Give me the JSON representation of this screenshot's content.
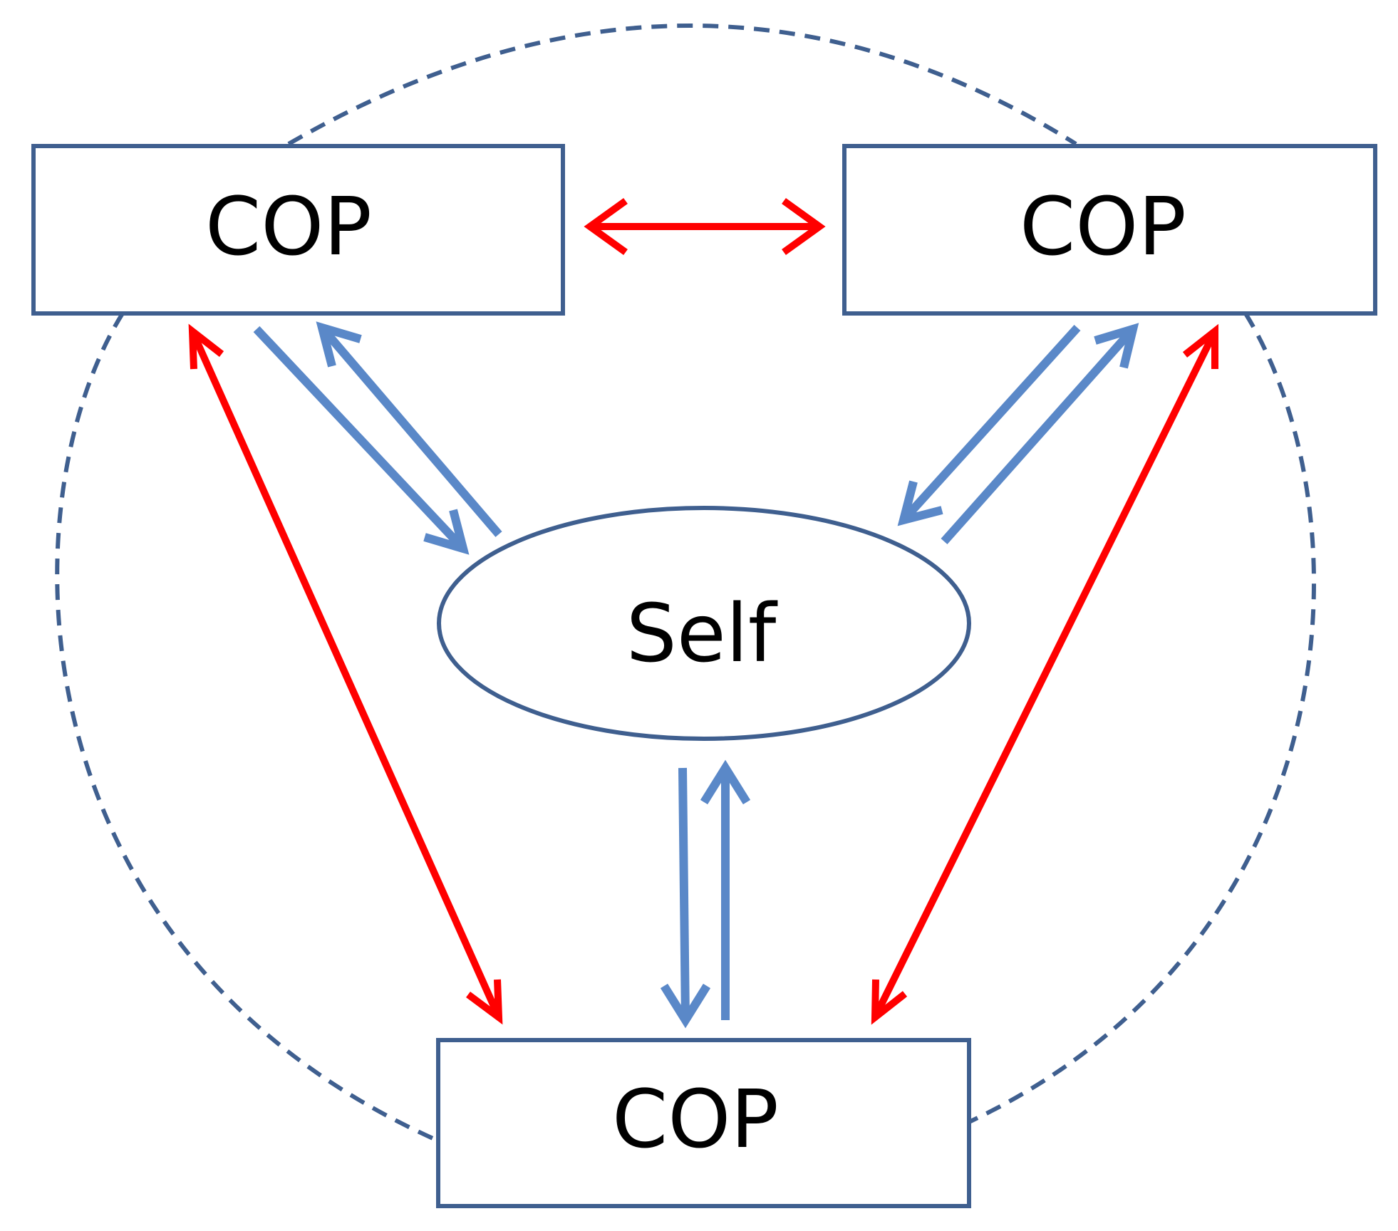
{
  "nodes": {
    "cop_top_left": {
      "label": "COP"
    },
    "cop_top_right": {
      "label": "COP"
    },
    "cop_bottom": {
      "label": "COP"
    },
    "self": {
      "label": "Self"
    }
  },
  "colors": {
    "box_stroke": "#3f5f8f",
    "dashed_ring": "#3f5f8f",
    "blue_arrow": "#5a88c8",
    "red_arrow": "#ff0000",
    "text": "#000000",
    "background": "#ffffff"
  }
}
